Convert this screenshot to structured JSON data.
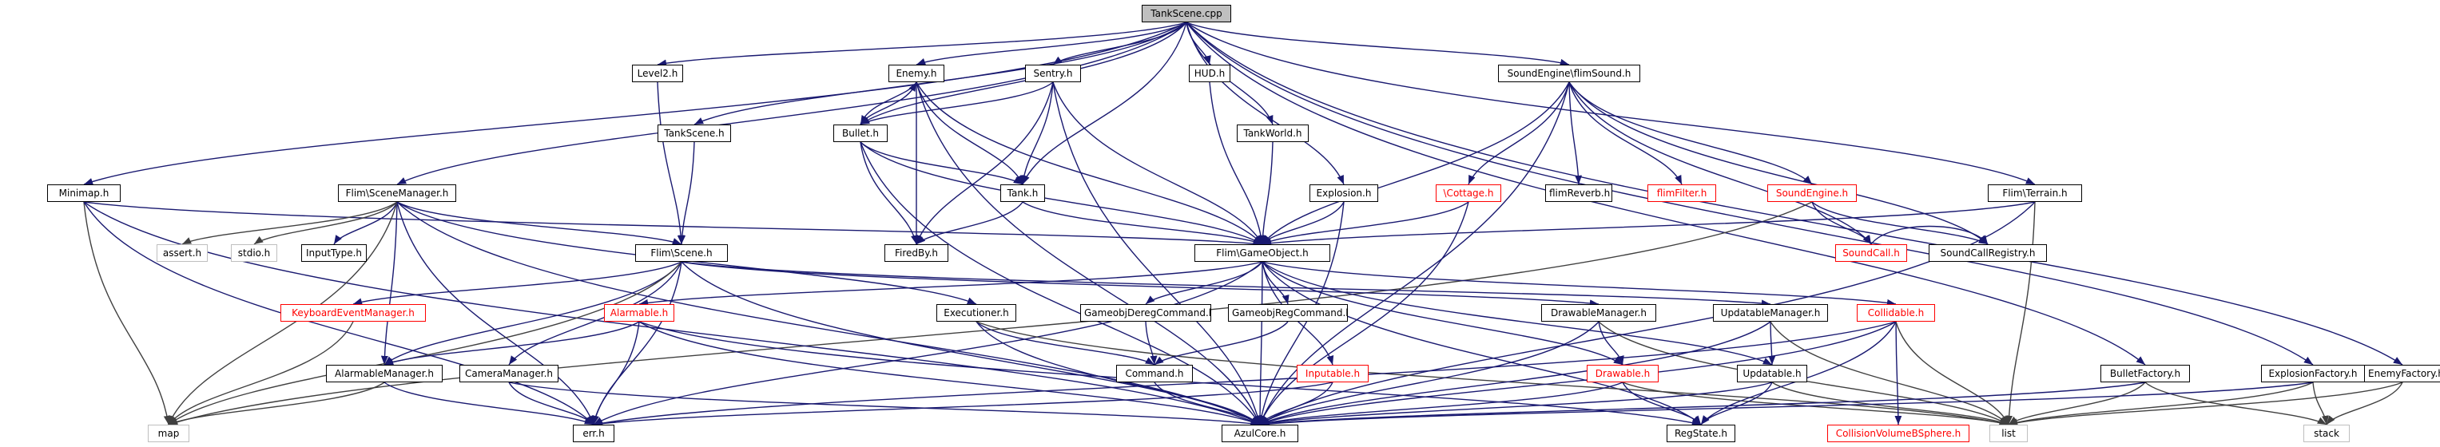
{
  "diagram": {
    "nodes": [
      {
        "id": "root",
        "label": "TankScene.cpp",
        "style": "root"
      },
      {
        "id": "level2",
        "label": "Level2.h",
        "style": "normal"
      },
      {
        "id": "enemy",
        "label": "Enemy.h",
        "style": "normal"
      },
      {
        "id": "sentry",
        "label": "Sentry.h",
        "style": "normal"
      },
      {
        "id": "hud",
        "label": "HUD.h",
        "style": "normal"
      },
      {
        "id": "tankscene",
        "label": "TankScene.h",
        "style": "normal"
      },
      {
        "id": "tankworld",
        "label": "TankWorld.h",
        "style": "normal"
      },
      {
        "id": "bullet",
        "label": "Bullet.h",
        "style": "normal"
      },
      {
        "id": "soundengine_flim",
        "label": "SoundEngine\\flimSound.h",
        "style": "normal"
      },
      {
        "id": "minimap",
        "label": "Minimap.h",
        "style": "normal"
      },
      {
        "id": "scenemgr",
        "label": "Flim\\SceneManager.h",
        "style": "normal"
      },
      {
        "id": "tank",
        "label": "Tank.h",
        "style": "normal"
      },
      {
        "id": "explosion",
        "label": "Explosion.h",
        "style": "normal"
      },
      {
        "id": "cottage",
        "label": "\\Cottage.h",
        "style": "red"
      },
      {
        "id": "flimreverb",
        "label": "flimReverb.h",
        "style": "normal"
      },
      {
        "id": "flimfilter",
        "label": "flimFilter.h",
        "style": "red"
      },
      {
        "id": "soundengine",
        "label": "SoundEngine.h",
        "style": "red"
      },
      {
        "id": "terrain",
        "label": "Flim\\Terrain.h",
        "style": "normal"
      },
      {
        "id": "assert",
        "label": "assert.h",
        "style": "grey"
      },
      {
        "id": "stdio",
        "label": "stdio.h",
        "style": "grey"
      },
      {
        "id": "inputtype",
        "label": "InputType.h",
        "style": "normal"
      },
      {
        "id": "scene",
        "label": "Flim\\Scene.h",
        "style": "normal"
      },
      {
        "id": "firedby",
        "label": "FiredBy.h",
        "style": "normal"
      },
      {
        "id": "gameobject",
        "label": "Flim\\GameObject.h",
        "style": "normal"
      },
      {
        "id": "soundcall",
        "label": "SoundCall.h",
        "style": "red"
      },
      {
        "id": "soundcallreg",
        "label": "SoundCallRegistry.h",
        "style": "normal"
      },
      {
        "id": "keyboardevt",
        "label": "KeyboardEventManager.h",
        "style": "red"
      },
      {
        "id": "alarmable",
        "label": "Alarmable.h",
        "style": "red"
      },
      {
        "id": "executioner",
        "label": "Executioner.h",
        "style": "normal"
      },
      {
        "id": "deregcmd",
        "label": "GameobjDeregCommand.h",
        "style": "normal"
      },
      {
        "id": "regcmd",
        "label": "GameobjRegCommand.h",
        "style": "normal"
      },
      {
        "id": "drawablemgr",
        "label": "DrawableManager.h",
        "style": "normal"
      },
      {
        "id": "updatablemgr",
        "label": "UpdatableManager.h",
        "style": "normal"
      },
      {
        "id": "alarmablemgr",
        "label": "AlarmableManager.h",
        "style": "normal"
      },
      {
        "id": "cameramgr",
        "label": "CameraManager.h",
        "style": "normal"
      },
      {
        "id": "command",
        "label": "Command.h",
        "style": "normal"
      },
      {
        "id": "inputable",
        "label": "Inputable.h",
        "style": "red"
      },
      {
        "id": "drawable",
        "label": "Drawable.h",
        "style": "red"
      },
      {
        "id": "updatable",
        "label": "Updatable.h",
        "style": "normal"
      },
      {
        "id": "collidable",
        "label": "Collidable.h",
        "style": "red"
      },
      {
        "id": "bulletfactory",
        "label": "BulletFactory.h",
        "style": "normal"
      },
      {
        "id": "explosionfactory",
        "label": "ExplosionFactory.h",
        "style": "normal"
      },
      {
        "id": "enemyfactory",
        "label": "EnemyFactory.h",
        "style": "normal"
      },
      {
        "id": "map",
        "label": "map",
        "style": "grey"
      },
      {
        "id": "err",
        "label": "err.h",
        "style": "normal"
      },
      {
        "id": "azulcore",
        "label": "AzulCore.h",
        "style": "normal"
      },
      {
        "id": "regstate",
        "label": "RegState.h",
        "style": "normal"
      },
      {
        "id": "collisionbs",
        "label": "CollisionVolumeBSphere.h",
        "style": "red"
      },
      {
        "id": "list",
        "label": "list",
        "style": "grey"
      },
      {
        "id": "stack",
        "label": "stack",
        "style": "grey"
      }
    ],
    "edges": [
      [
        "root",
        "level2"
      ],
      [
        "root",
        "enemy"
      ],
      [
        "root",
        "sentry"
      ],
      [
        "root",
        "hud"
      ],
      [
        "root",
        "tankscene"
      ],
      [
        "root",
        "tankworld"
      ],
      [
        "root",
        "bullet"
      ],
      [
        "root",
        "soundengine_flim"
      ],
      [
        "root",
        "minimap"
      ],
      [
        "root",
        "scenemgr"
      ],
      [
        "root",
        "tank"
      ],
      [
        "root",
        "explosion"
      ],
      [
        "root",
        "terrain"
      ],
      [
        "root",
        "bulletfactory"
      ],
      [
        "root",
        "explosionfactory"
      ],
      [
        "root",
        "enemyfactory"
      ],
      [
        "level2",
        "scene"
      ],
      [
        "tankscene",
        "scene"
      ],
      [
        "enemy",
        "bullet"
      ],
      [
        "enemy",
        "tank"
      ],
      [
        "enemy",
        "gameobject"
      ],
      [
        "enemy",
        "firedby"
      ],
      [
        "enemy",
        "azulcore"
      ],
      [
        "sentry",
        "bullet"
      ],
      [
        "sentry",
        "tank"
      ],
      [
        "sentry",
        "gameobject"
      ],
      [
        "sentry",
        "firedby"
      ],
      [
        "sentry",
        "azulcore"
      ],
      [
        "bullet",
        "enemy"
      ],
      [
        "bullet",
        "tank"
      ],
      [
        "bullet",
        "firedby"
      ],
      [
        "bullet",
        "gameobject"
      ],
      [
        "bullet",
        "azulcore"
      ],
      [
        "tank",
        "firedby"
      ],
      [
        "tank",
        "gameobject"
      ],
      [
        "hud",
        "gameobject"
      ],
      [
        "tankworld",
        "gameobject"
      ],
      [
        "explosion",
        "gameobject"
      ],
      [
        "explosion",
        "azulcore"
      ],
      [
        "soundengine_flim",
        "gameobject"
      ],
      [
        "soundengine_flim",
        "cottage"
      ],
      [
        "soundengine_flim",
        "flimreverb"
      ],
      [
        "soundengine_flim",
        "flimfilter"
      ],
      [
        "soundengine_flim",
        "soundengine"
      ],
      [
        "soundengine_flim",
        "soundcall"
      ],
      [
        "soundengine_flim",
        "soundcallreg"
      ],
      [
        "soundengine_flim",
        "azulcore"
      ],
      [
        "cottage",
        "gameobject"
      ],
      [
        "cottage",
        "azulcore"
      ],
      [
        "soundengine",
        "soundcall"
      ],
      [
        "soundengine",
        "soundcallreg"
      ],
      [
        "soundengine",
        "map"
      ],
      [
        "soundcall",
        "soundcallreg"
      ],
      [
        "terrain",
        "gameobject"
      ],
      [
        "terrain",
        "list"
      ],
      [
        "terrain",
        "azulcore"
      ],
      [
        "minimap",
        "gameobject"
      ],
      [
        "minimap",
        "map"
      ],
      [
        "minimap",
        "err"
      ],
      [
        "minimap",
        "azulcore"
      ],
      [
        "scenemgr",
        "assert"
      ],
      [
        "scenemgr",
        "stdio"
      ],
      [
        "scenemgr",
        "inputtype"
      ],
      [
        "scenemgr",
        "scene"
      ],
      [
        "scenemgr",
        "executioner"
      ],
      [
        "scenemgr",
        "alarmablemgr"
      ],
      [
        "scenemgr",
        "map"
      ],
      [
        "scenemgr",
        "err"
      ],
      [
        "scenemgr",
        "azulcore"
      ],
      [
        "scene",
        "keyboardevt"
      ],
      [
        "scene",
        "alarmablemgr"
      ],
      [
        "scene",
        "cameramgr"
      ],
      [
        "scene",
        "drawablemgr"
      ],
      [
        "scene",
        "updatablemgr"
      ],
      [
        "scene",
        "map"
      ],
      [
        "scene",
        "err"
      ],
      [
        "scene",
        "azulcore"
      ],
      [
        "keyboardevt",
        "map"
      ],
      [
        "gameobject",
        "alarmable"
      ],
      [
        "gameobject",
        "deregcmd"
      ],
      [
        "gameobject",
        "regcmd"
      ],
      [
        "gameobject",
        "inputable"
      ],
      [
        "gameobject",
        "drawable"
      ],
      [
        "gameobject",
        "updatable"
      ],
      [
        "gameobject",
        "collidable"
      ],
      [
        "gameobject",
        "err"
      ],
      [
        "gameobject",
        "azulcore"
      ],
      [
        "gameobject",
        "regstate"
      ],
      [
        "alarmable",
        "alarmablemgr"
      ],
      [
        "alarmable",
        "err"
      ],
      [
        "alarmable",
        "azulcore"
      ],
      [
        "alarmable",
        "regstate"
      ],
      [
        "alarmablemgr",
        "map"
      ],
      [
        "alarmablemgr",
        "err"
      ],
      [
        "cameramgr",
        "err"
      ],
      [
        "cameramgr",
        "azulcore"
      ],
      [
        "executioner",
        "command"
      ],
      [
        "executioner",
        "azulcore"
      ],
      [
        "executioner",
        "list"
      ],
      [
        "deregcmd",
        "command"
      ],
      [
        "regcmd",
        "command"
      ],
      [
        "command",
        "azulcore"
      ],
      [
        "drawablemgr",
        "drawable"
      ],
      [
        "drawablemgr",
        "list"
      ],
      [
        "drawablemgr",
        "azulcore"
      ],
      [
        "updatablemgr",
        "updatable"
      ],
      [
        "updatablemgr",
        "list"
      ],
      [
        "updatablemgr",
        "azulcore"
      ],
      [
        "inputable",
        "err"
      ],
      [
        "inputable",
        "azulcore"
      ],
      [
        "drawable",
        "regstate"
      ],
      [
        "drawable",
        "list"
      ],
      [
        "drawable",
        "azulcore"
      ],
      [
        "updatable",
        "regstate"
      ],
      [
        "updatable",
        "list"
      ],
      [
        "updatable",
        "azulcore"
      ],
      [
        "collidable",
        "collisionbs"
      ],
      [
        "collidable",
        "regstate"
      ],
      [
        "collidable",
        "list"
      ],
      [
        "collidable",
        "azulcore"
      ],
      [
        "collidable",
        "err"
      ],
      [
        "bulletfactory",
        "stack"
      ],
      [
        "bulletfactory",
        "list"
      ],
      [
        "bulletfactory",
        "azulcore"
      ],
      [
        "explosionfactory",
        "stack"
      ],
      [
        "explosionfactory",
        "list"
      ],
      [
        "explosionfactory",
        "azulcore"
      ],
      [
        "enemyfactory",
        "stack"
      ],
      [
        "enemyfactory",
        "list"
      ]
    ]
  }
}
